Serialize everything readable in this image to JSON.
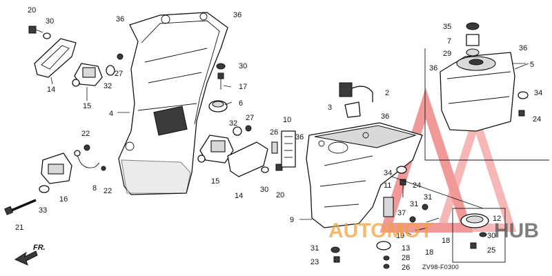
{
  "diagram": {
    "code": "ZV98-F0300",
    "direction_label": "FR.",
    "callouts": [
      "20",
      "30",
      "36",
      "36",
      "35",
      "7",
      "29",
      "36",
      "5",
      "36",
      "34",
      "24",
      "14",
      "15",
      "32",
      "27",
      "30",
      "17",
      "4",
      "6",
      "2",
      "3",
      "36",
      "10",
      "26",
      "36",
      "32",
      "27",
      "22",
      "8",
      "22",
      "16",
      "33",
      "21",
      "15",
      "14",
      "30",
      "20",
      "34",
      "11",
      "24",
      "9",
      "31",
      "31",
      "37",
      "12",
      "19",
      "18",
      "18",
      "30",
      "25",
      "31",
      "13",
      "28",
      "23",
      "26"
    ]
  },
  "watermark": {
    "brand_left": "AUTOMOT",
    "brand_right": "HUB",
    "colors": {
      "orange": "#f2a23c",
      "red": "#e64545",
      "dark": "#555555"
    }
  }
}
